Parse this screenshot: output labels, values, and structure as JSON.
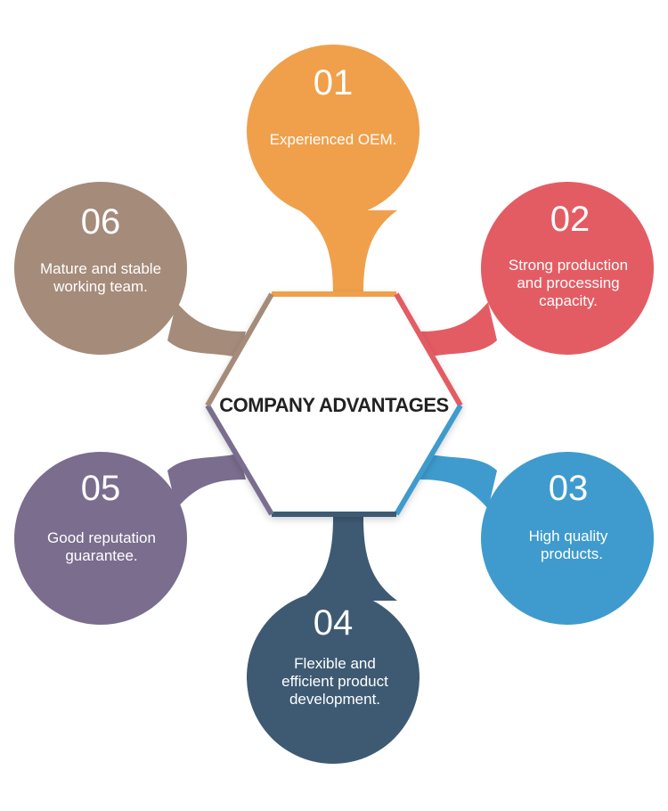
{
  "diagram": {
    "center_title": "COMPANY ADVANTAGES",
    "items": [
      {
        "number": "01",
        "lines": [
          "Experienced OEM."
        ],
        "color": "#F0A04B"
      },
      {
        "number": "02",
        "lines": [
          "Strong production",
          "and processing",
          "capacity."
        ],
        "color": "#E45C63"
      },
      {
        "number": "03",
        "lines": [
          "High quality",
          "products."
        ],
        "color": "#3F9BCD"
      },
      {
        "number": "04",
        "lines": [
          "Flexible and",
          "efficient product",
          "development."
        ],
        "color": "#3E5A73"
      },
      {
        "number": "05",
        "lines": [
          "Good reputation",
          "guarantee."
        ],
        "color": "#7A6D8E"
      },
      {
        "number": "06",
        "lines": [
          "Mature and stable",
          "working team."
        ],
        "color": "#A58B7A"
      }
    ]
  }
}
